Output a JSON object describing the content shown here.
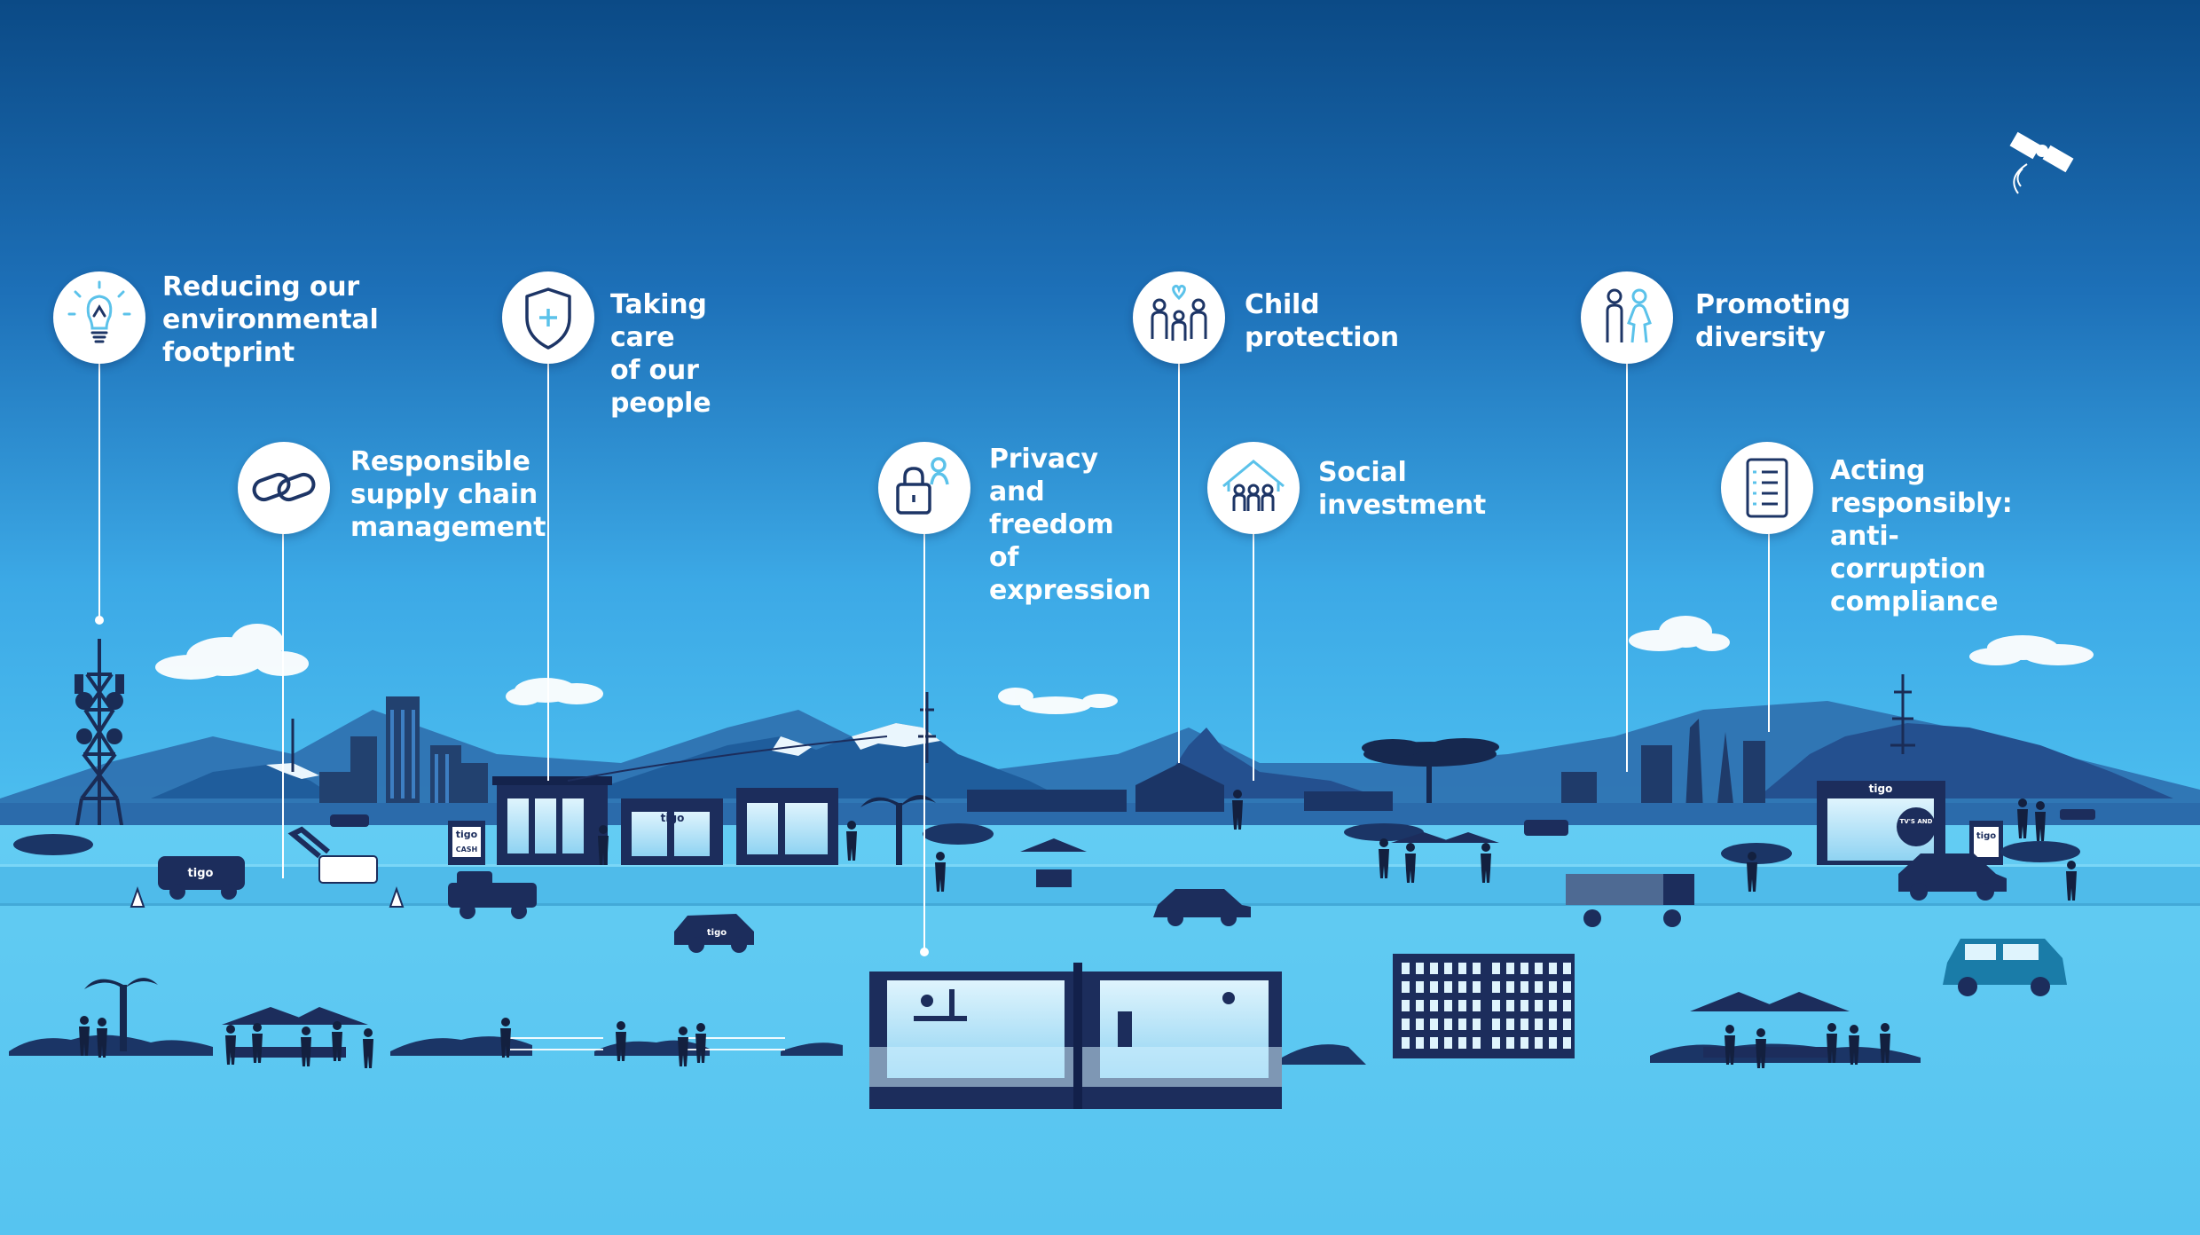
{
  "colors": {
    "sky_top": "#0b4a86",
    "sky_bottom": "#4ec0f0",
    "ground": "#5cc8f2",
    "navy": "#1e2f63",
    "white": "#ffffff",
    "icon_stroke": "#1d3566",
    "icon_accent": "#5bc2ea"
  },
  "callouts": [
    {
      "id": "environmental",
      "text": "Reducing our\nenvironmental\nfootprint",
      "icon": "lightbulb-icon"
    },
    {
      "id": "supply-chain",
      "text": "Responsible\nsupply chain\nmanagement",
      "icon": "chain-link-icon"
    },
    {
      "id": "people",
      "text": "Taking care\nof our people",
      "icon": "shield-plus-icon"
    },
    {
      "id": "privacy",
      "text": "Privacy and\nfreedom of\nexpression",
      "icon": "padlock-person-icon"
    },
    {
      "id": "child",
      "text": "Child\nprotection",
      "icon": "family-heart-icon"
    },
    {
      "id": "social",
      "text": "Social\ninvestment",
      "icon": "community-house-icon"
    },
    {
      "id": "diversity",
      "text": "Promoting\ndiversity",
      "icon": "man-woman-icon"
    },
    {
      "id": "anticorruption",
      "text": "Acting responsibly:\nanti-corruption\ncompliance",
      "icon": "checklist-icon"
    }
  ],
  "signage": {
    "brand": "tigo",
    "cash": "CASH",
    "store_sign": "TV'S\nAND\nPHONES"
  },
  "icons": {
    "satellite": "satellite-icon"
  }
}
